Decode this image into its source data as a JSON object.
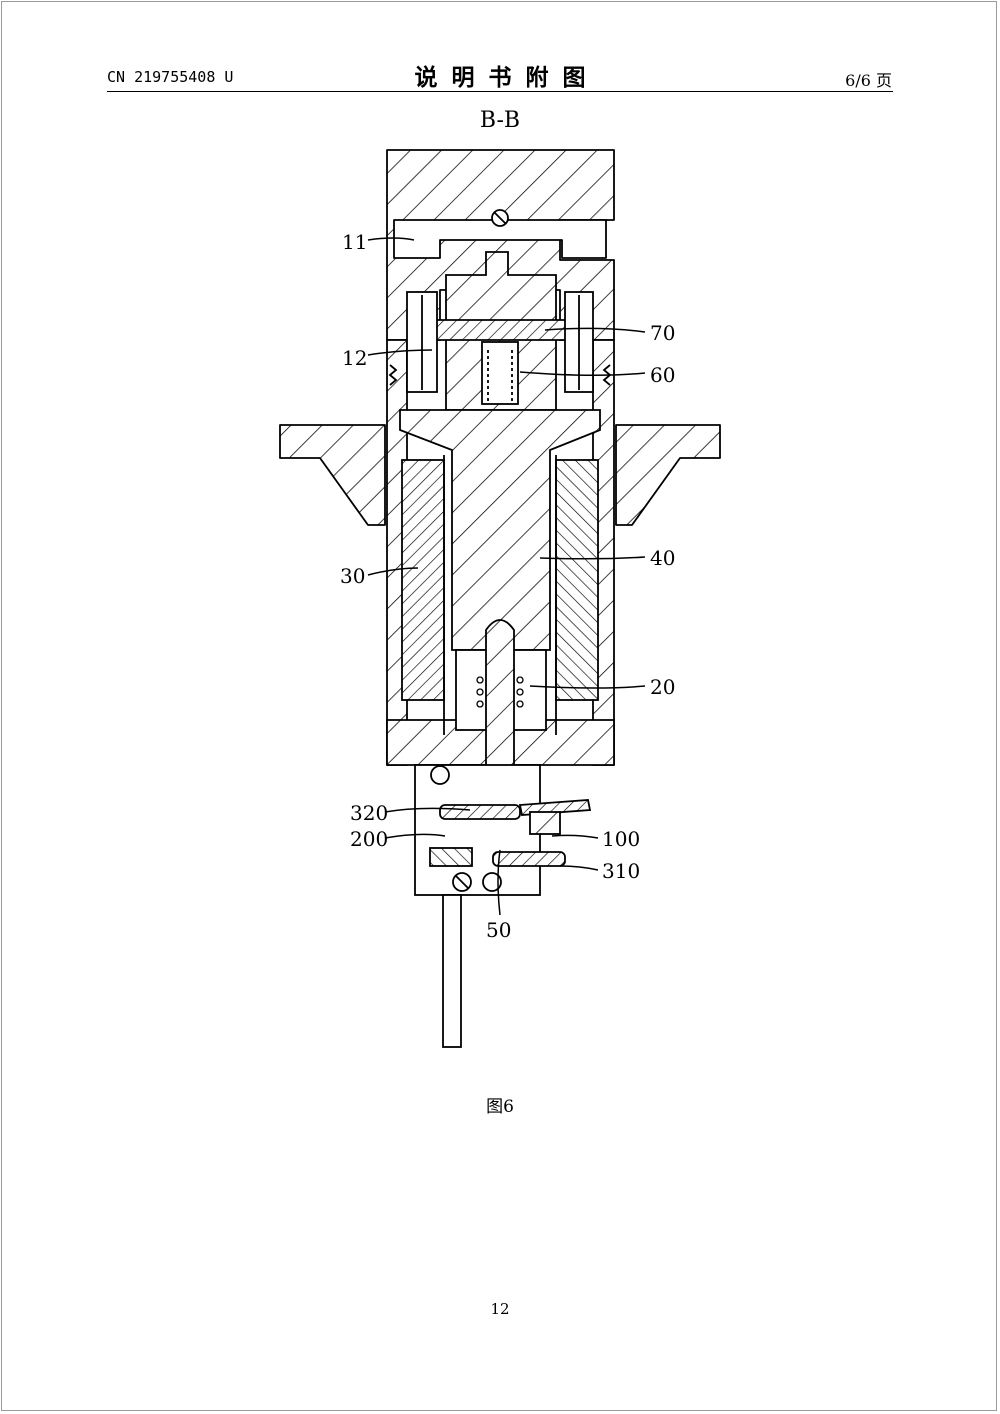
{
  "header": {
    "doc_number": "CN 219755408 U",
    "title": "说明书附图",
    "page_ref": "6/6 页"
  },
  "figure": {
    "section_label": "B-B",
    "caption": "图6",
    "refs": {
      "r11": "11",
      "r12": "12",
      "r70": "70",
      "r60": "60",
      "r30": "30",
      "r40": "40",
      "r20": "20",
      "r320": "320",
      "r200": "200",
      "r100": "100",
      "r310": "310",
      "r50": "50"
    }
  },
  "footer": {
    "page_number": "12"
  }
}
